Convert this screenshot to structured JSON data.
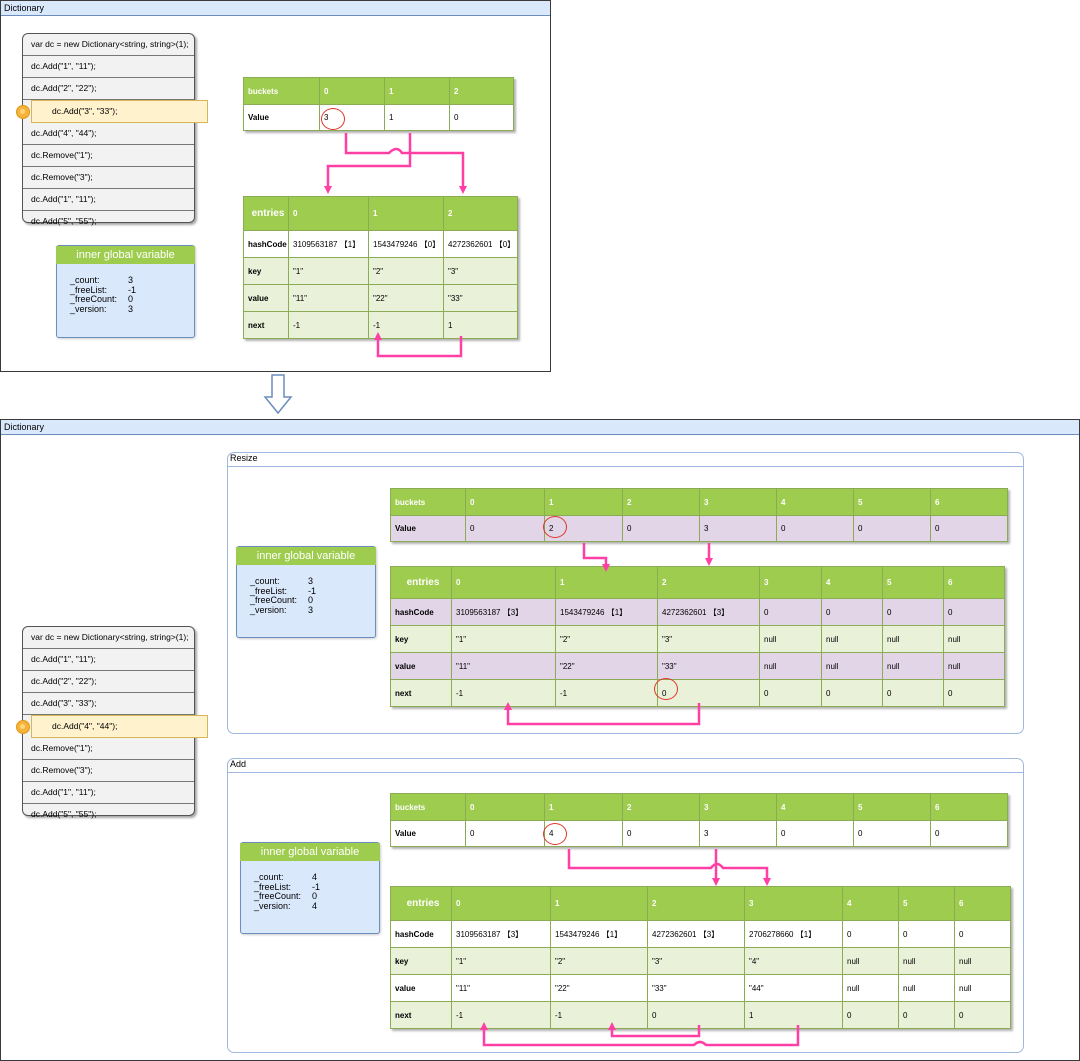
{
  "frames": [
    {
      "title": "Dictionary"
    },
    {
      "title": "Dictionary"
    }
  ],
  "code_lines": [
    "var dc = new Dictionary<string, string>(1);",
    "dc.Add(\"1\", \"11\");",
    "dc.Add(\"2\", \"22\");",
    "dc.Add(\"3\", \"33\");",
    "dc.Add(\"4\", \"44\");",
    "dc.Remove(\"1\");",
    "dc.Remove(\"3\");",
    "dc.Add(\"1\", \"11\");",
    "dc.Add(\"5\", \"55\");"
  ],
  "panel1": {
    "active_line": 3,
    "vars_title": "inner global variable",
    "vars": [
      {
        "name": "_count:",
        "value": "3"
      },
      {
        "name": "_freeList:",
        "value": "-1"
      },
      {
        "name": "_freeCount:",
        "value": "0"
      },
      {
        "name": "_version:",
        "value": "3"
      }
    ],
    "buckets": {
      "header": "buckets",
      "indices": [
        "0",
        "1",
        "2"
      ],
      "row_label": "Value",
      "values": [
        "3",
        "1",
        "0"
      ]
    },
    "entries": {
      "header": "entries",
      "indices": [
        "0",
        "1",
        "2"
      ],
      "rows": [
        {
          "label": "hashCode",
          "cells": [
            "3109563187 【1】",
            "1543479246 【0】",
            "4272362601 【0】"
          ]
        },
        {
          "label": "key",
          "cells": [
            "\"1\"",
            "\"2\"",
            "\"3\""
          ]
        },
        {
          "label": "value",
          "cells": [
            "\"11\"",
            "\"22\"",
            "\"33\""
          ]
        },
        {
          "label": "next",
          "cells": [
            "-1",
            "-1",
            "1"
          ]
        }
      ]
    }
  },
  "resize": {
    "title": "Resize",
    "active_line": 4,
    "vars_title": "inner global variable",
    "vars": [
      {
        "name": "_count:",
        "value": "3"
      },
      {
        "name": "_freeList:",
        "value": "-1"
      },
      {
        "name": "_freeCount:",
        "value": "0"
      },
      {
        "name": "_version:",
        "value": "3"
      }
    ],
    "buckets": {
      "header": "buckets",
      "indices": [
        "0",
        "1",
        "2",
        "3",
        "4",
        "5",
        "6"
      ],
      "row_label": "Value",
      "values": [
        "0",
        "2",
        "0",
        "3",
        "0",
        "0",
        "0"
      ]
    },
    "entries": {
      "header": "entries",
      "indices": [
        "0",
        "1",
        "2",
        "3",
        "4",
        "5",
        "6"
      ],
      "rows": [
        {
          "label": "hashCode",
          "cells": [
            "3109563187 【3】",
            "1543479246 【1】",
            "4272362601 【3】",
            "0",
            "0",
            "0",
            "0"
          ]
        },
        {
          "label": "key",
          "cells": [
            "\"1\"",
            "\"2\"",
            "\"3\"",
            "null",
            "null",
            "null",
            "null"
          ]
        },
        {
          "label": "value",
          "cells": [
            "\"11\"",
            "\"22\"",
            "\"33\"",
            "null",
            "null",
            "null",
            "null"
          ]
        },
        {
          "label": "next",
          "cells": [
            "-1",
            "-1",
            "0",
            "0",
            "0",
            "0",
            "0"
          ]
        }
      ]
    }
  },
  "add": {
    "title": "Add",
    "vars_title": "inner global variable",
    "vars": [
      {
        "name": "_count:",
        "value": "4"
      },
      {
        "name": "_freeList:",
        "value": "-1"
      },
      {
        "name": "_freeCount:",
        "value": "0"
      },
      {
        "name": "_version:",
        "value": "4"
      }
    ],
    "buckets": {
      "header": "buckets",
      "indices": [
        "0",
        "1",
        "2",
        "3",
        "4",
        "5",
        "6"
      ],
      "row_label": "Value",
      "values": [
        "0",
        "4",
        "0",
        "3",
        "0",
        "0",
        "0"
      ]
    },
    "entries": {
      "header": "entries",
      "indices": [
        "0",
        "1",
        "2",
        "3",
        "4",
        "5",
        "6"
      ],
      "rows": [
        {
          "label": "hashCode",
          "cells": [
            "3109563187 【3】",
            "1543479246 【1】",
            "4272362601 【3】",
            "2706278660 【1】",
            "0",
            "0",
            "0"
          ]
        },
        {
          "label": "key",
          "cells": [
            "\"1\"",
            "\"2\"",
            "\"3\"",
            "\"4\"",
            "null",
            "null",
            "null"
          ]
        },
        {
          "label": "value",
          "cells": [
            "\"11\"",
            "\"22\"",
            "\"33\"",
            "\"44\"",
            "null",
            "null",
            "null"
          ]
        },
        {
          "label": "next",
          "cells": [
            "-1",
            "-1",
            "0",
            "1",
            "0",
            "0",
            "0"
          ]
        }
      ]
    }
  },
  "colors": {
    "arrow": "#ff3fa4",
    "header_green": "#9ecc4e",
    "transition_arrow": "#6c8ebf"
  }
}
